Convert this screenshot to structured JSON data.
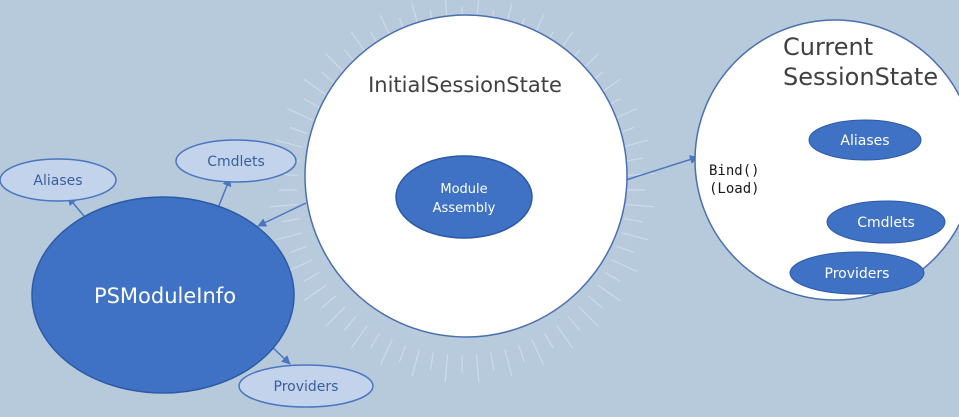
{
  "colors": {
    "background": "#b7cadb",
    "node_dark": "#3f72c4",
    "node_dark_stroke": "#2d5aa6",
    "node_light": "#c3d3ec",
    "node_light_stroke": "#4a76c0",
    "circle_fill": "#ffffff",
    "circle_stroke": "#4a6fb0",
    "connector": "#4a76c0",
    "text_dark": "#404040",
    "text_light": "#ffffff",
    "text_on_light": "#3a5f9e"
  },
  "diagram": {
    "initial_session_state": {
      "title": "InitialSessionState",
      "module_assembly": "Module\nAssembly"
    },
    "current_session_state": {
      "title": "Current\nSessionState",
      "bind_label": "Bind()\n(Load)",
      "aliases": "Aliases",
      "cmdlets": "Cmdlets",
      "providers": "Providers"
    },
    "ps_module_info": {
      "title": "PSModuleInfo",
      "aliases": "Aliases",
      "cmdlets": "Cmdlets",
      "providers": "Providers"
    }
  }
}
